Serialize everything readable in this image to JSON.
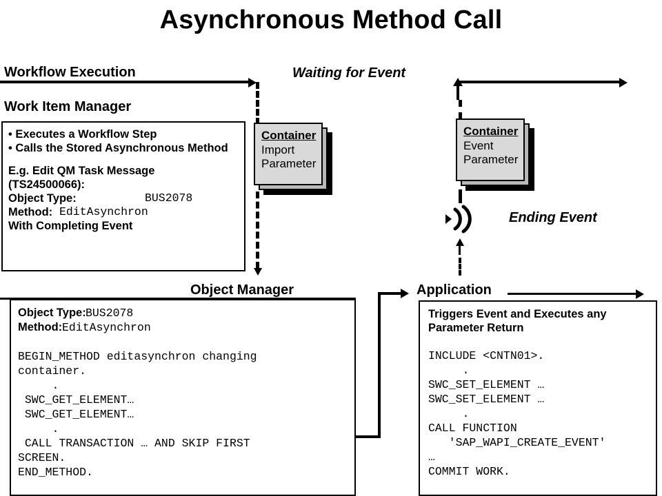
{
  "title": "Asynchronous Method Call",
  "lanes": {
    "workflow_execution": "Workflow Execution",
    "waiting_for_event": "Waiting for Event",
    "work_item_manager": "Work Item Manager",
    "object_manager": "Object Manager",
    "application": "Application",
    "ending_event": "Ending Event"
  },
  "work_item_manager": {
    "bullets": [
      "• Executes a Workflow Step",
      "• Calls the Stored Asynchronous Method"
    ],
    "example_lines": [
      "E.g. Edit QM Task Message",
      "(TS24500066):"
    ],
    "object_type_label": "Object Type:",
    "object_type_value": "BUS2078",
    "method_label": "Method:",
    "method_value": "EditAsynchron",
    "footer": "With Completing Event"
  },
  "containers": [
    {
      "title": "Container",
      "lines": [
        "Import",
        "Parameter"
      ]
    },
    {
      "title": "Container",
      "lines": [
        "Event",
        "Parameter"
      ]
    }
  ],
  "object_manager_panel": {
    "object_type_label": "Object Type:",
    "object_type_value": "BUS2078",
    "method_label": "Method:",
    "method_value": "EditAsynchron",
    "code": "BEGIN_METHOD editasynchron changing\ncontainer.\n     .\n SWC_GET_ELEMENT…\n SWC_GET_ELEMENT…\n     .\n CALL TRANSACTION … AND SKIP FIRST\nSCREEN.\nEND_METHOD."
  },
  "application_panel": {
    "description_lines": [
      "Triggers Event and Executes any",
      "Parameter Return"
    ],
    "code": "INCLUDE <CNTN01>.\n     .\nSWC_SET_ELEMENT …\nSWC_SET_ELEMENT …\n     .\nCALL FUNCTION\n   'SAP_WAPI_CREATE_EVENT'\n…\nCOMMIT WORK."
  },
  "icons": {
    "event_signal": "broadcast-event-icon"
  },
  "colors": {
    "ink": "#000000",
    "container_face": "#d9d9d9",
    "container_mid": "#b8b8b8",
    "background": "#ffffff"
  }
}
